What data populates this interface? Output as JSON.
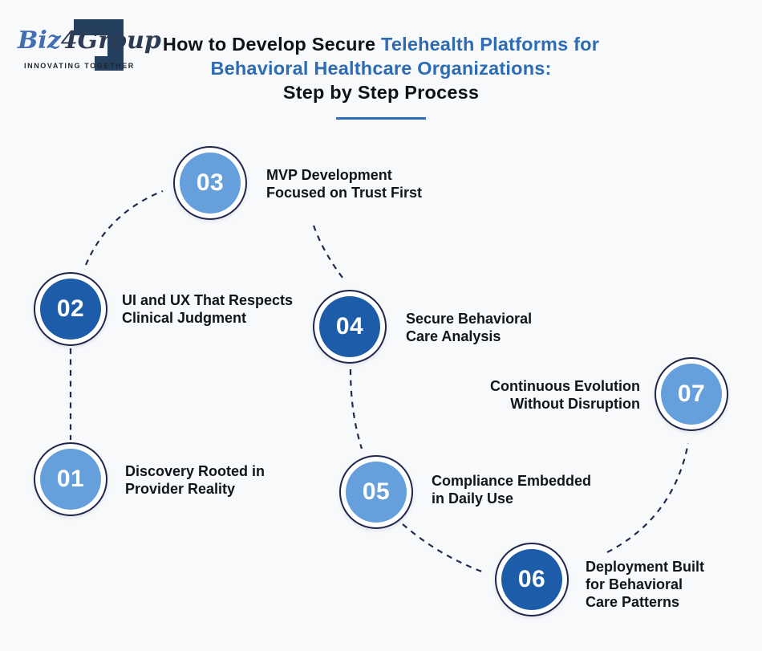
{
  "logo": {
    "brand_part1": "Biz",
    "brand_part2": "4",
    "brand_part3": "Group",
    "tagline": "INNOVATING TOGETHER"
  },
  "title": {
    "line1_dark": "How to Develop Secure ",
    "line1_blue": "Telehealth Platforms for",
    "line2_blue": "Behavioral Healthcare Organizations:",
    "line3_dark": "Step by Step Process"
  },
  "colors": {
    "background": "#f8f9fb",
    "accent_blue": "#2d6cb3",
    "logo_navy": "#24405e",
    "circle_light_blue": "#66a0dc",
    "circle_dark_blue": "#1d5ca8",
    "circle_outline_navy": "#20264a",
    "text_dark": "#10141c"
  },
  "steps": [
    {
      "number": "01",
      "label": "Discovery Rooted in\nProvider Reality"
    },
    {
      "number": "02",
      "label": "UI and UX That Respects\nClinical Judgment"
    },
    {
      "number": "03",
      "label": "MVP Development\nFocused on Trust First"
    },
    {
      "number": "04",
      "label": "Secure Behavioral\nCare Analysis"
    },
    {
      "number": "05",
      "label": "Compliance Embedded\nin Daily Use"
    },
    {
      "number": "06",
      "label": "Deployment Built\nfor Behavioral\nCare Patterns"
    },
    {
      "number": "07",
      "label": "Continuous Evolution\nWithout Disruption"
    }
  ]
}
